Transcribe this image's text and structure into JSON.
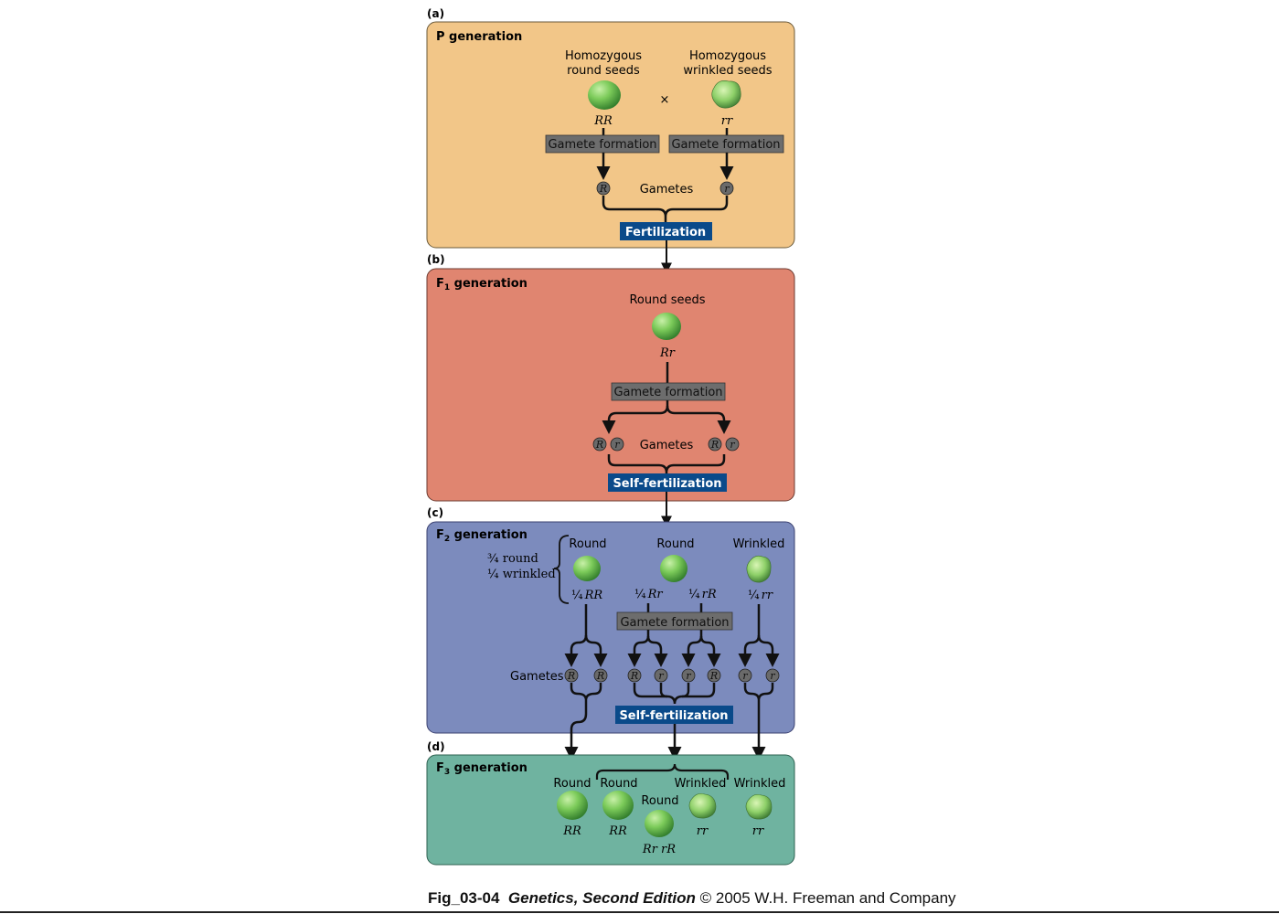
{
  "colors": {
    "p_panel": "#f2c688",
    "f1_panel": "#e08570",
    "f2_panel": "#7c8bbd",
    "f3_panel": "#6fb3a0",
    "gamete_box": "#6d6d6d",
    "fert_box": "#0a4a8a",
    "allele_circle": "#6a6a6a"
  },
  "panels": {
    "a": {
      "letter": "(a)",
      "title": "P generation",
      "left_label_1": "Homozygous",
      "left_label_2": "round seeds",
      "right_label_1": "Homozygous",
      "right_label_2": "wrinkled seeds",
      "cross": "×",
      "left_genotype": "RR",
      "right_genotype": "rr",
      "gamete_formation_left": "Gamete formation",
      "gamete_formation_right": "Gamete formation",
      "gametes_label": "Gametes",
      "left_allele": "R",
      "right_allele": "r",
      "fertilization": "Fertilization"
    },
    "b": {
      "letter": "(b)",
      "title_prefix": "F",
      "title_sub": "1",
      "title_suffix": " generation",
      "seed_label": "Round seeds",
      "genotype": "Rr",
      "gamete_formation": "Gamete formation",
      "gametes_label": "Gametes",
      "left_alleles": [
        "R",
        "r"
      ],
      "right_alleles": [
        "R",
        "r"
      ],
      "self_fertilization": "Self-fertilization"
    },
    "c": {
      "letter": "(c)",
      "title_prefix": "F",
      "title_sub": "2",
      "title_suffix": " generation",
      "ratio_round": "¾ round",
      "ratio_wrinkled": "¼ wrinkled",
      "col1_label": "Round",
      "col2_label": "Round",
      "col3_label": "Wrinkled",
      "col1_geno_frac": "¼",
      "col1_geno": "RR",
      "col2a_geno_frac": "¼",
      "col2a_geno": "Rr",
      "col2b_geno_frac": "¼",
      "col2b_geno": "rR",
      "col3_geno_frac": "¼",
      "col3_geno": "rr",
      "gamete_formation": "Gamete formation",
      "gametes_label": "Gametes",
      "alleles": [
        "R",
        "R",
        "R",
        "r",
        "r",
        "R",
        "r",
        "r"
      ],
      "self_fertilization": "Self-fertilization"
    },
    "d": {
      "letter": "(d)",
      "title_prefix": "F",
      "title_sub": "3",
      "title_suffix": " generation",
      "seeds": [
        {
          "label": "Round",
          "genotype": "RR"
        },
        {
          "label": "Round",
          "genotype": "RR"
        },
        {
          "label": "Round",
          "genotype": "Rr rR"
        },
        {
          "label": "Wrinkled",
          "genotype": "rr"
        },
        {
          "label": "Wrinkled",
          "genotype": "rr"
        }
      ]
    }
  },
  "caption": {
    "fig": "Fig_03-04",
    "book": "Genetics, Second Edition",
    "rest": "© 2005 W.H. Freeman and Company"
  }
}
